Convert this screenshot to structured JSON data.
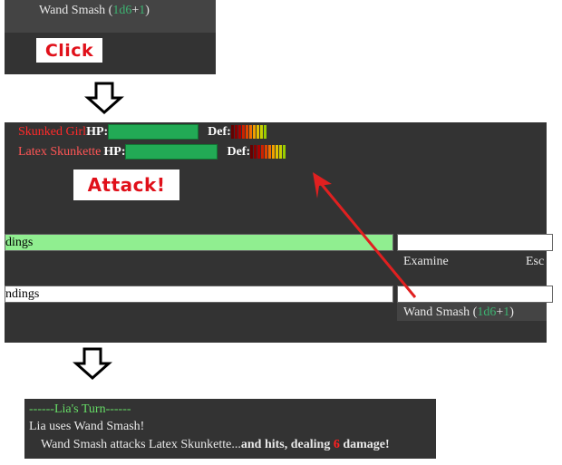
{
  "top_panel": {
    "move_name": "Wand Smash",
    "dice": "1d6",
    "plus": "+",
    "bonus": "1",
    "click_label": "Click"
  },
  "combat": {
    "player_name": "Skunked Girl",
    "enemy_name": "Latex Skunkette",
    "hp_label": "HP:",
    "def_label": "Def:",
    "player_hp": 1.0,
    "enemy_hp": 1.0,
    "attack_label": "Attack!"
  },
  "lower_panel": {
    "row1_text": "dings",
    "examine_label": "Examine",
    "escape_label": "Esc",
    "row2_text": "ndings",
    "move_name": "Wand Smash",
    "dice": "1d6",
    "plus": "+",
    "bonus": "1"
  },
  "log": {
    "turn_header": "------Lia's Turn------",
    "line1": "Lia uses Wand Smash!",
    "line2_prefix": "Wand Smash attacks Latex Skunkette...",
    "line2_bold": "and hits, dealing ",
    "damage": "6",
    "line2_suffix": " damage!"
  },
  "colors": {
    "panel": "#333333",
    "hp_green": "#22aa55",
    "name_red": "#ff3333",
    "arrow_red": "#e02020",
    "log_green": "#66dd66",
    "damage_red": "#ff2020"
  }
}
